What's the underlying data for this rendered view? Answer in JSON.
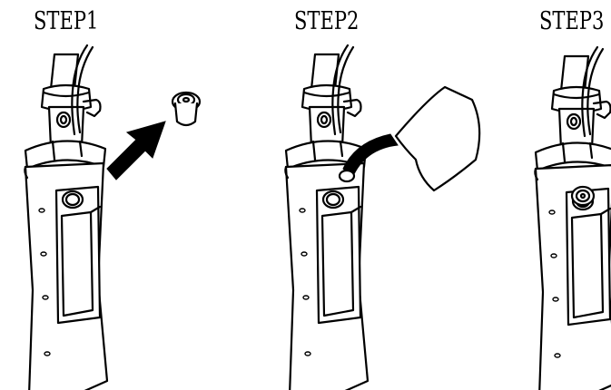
{
  "steps": [
    {
      "label": "STEP1"
    },
    {
      "label": "STEP2"
    },
    {
      "label": "STEP3"
    }
  ]
}
